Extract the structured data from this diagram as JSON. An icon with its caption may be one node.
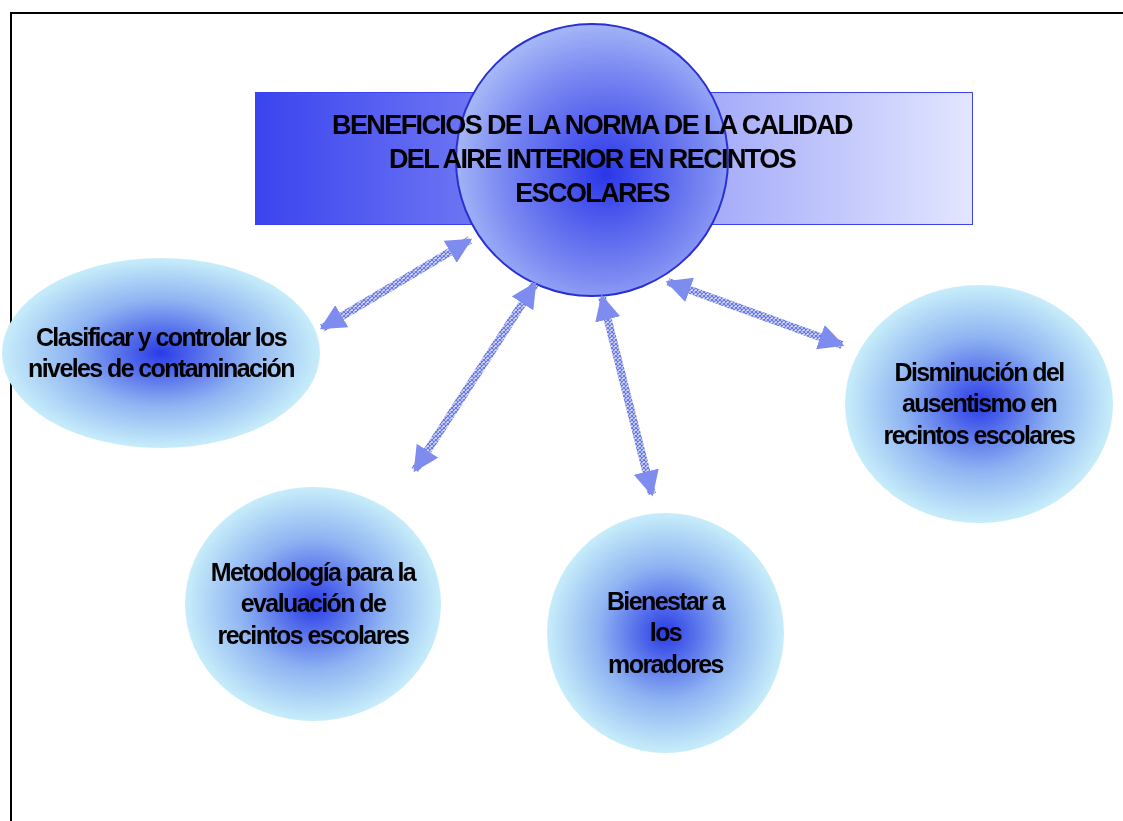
{
  "diagram": {
    "nodes": [
      {
        "text": [],
        "shape": "box"
      },
      {
        "text": [
          "BENEFICIOS DE LA NORMA DE LA CALIDAD DEL AIRE INTERIOR EN RECINTOS ESCOLARES"
        ]
      },
      {
        "text": [
          "Clasificar y controlar los niveles de contaminación"
        ]
      },
      {
        "text": [
          "Disminución del ausentismo en recintos escolares"
        ]
      },
      {
        "text": [
          "Metodología para la evaluación de recintos escolares"
        ]
      },
      {
        "text": [
          "Bienestar a los moradores"
        ]
      }
    ],
    "edges": [
      {
        "from": 1,
        "to": 2,
        "arrow": "both"
      },
      {
        "from": 1,
        "to": 4,
        "arrow": "both"
      },
      {
        "from": 1,
        "to": 5,
        "arrow": "both"
      },
      {
        "from": 1,
        "to": 3,
        "arrow": "both"
      }
    ]
  }
}
